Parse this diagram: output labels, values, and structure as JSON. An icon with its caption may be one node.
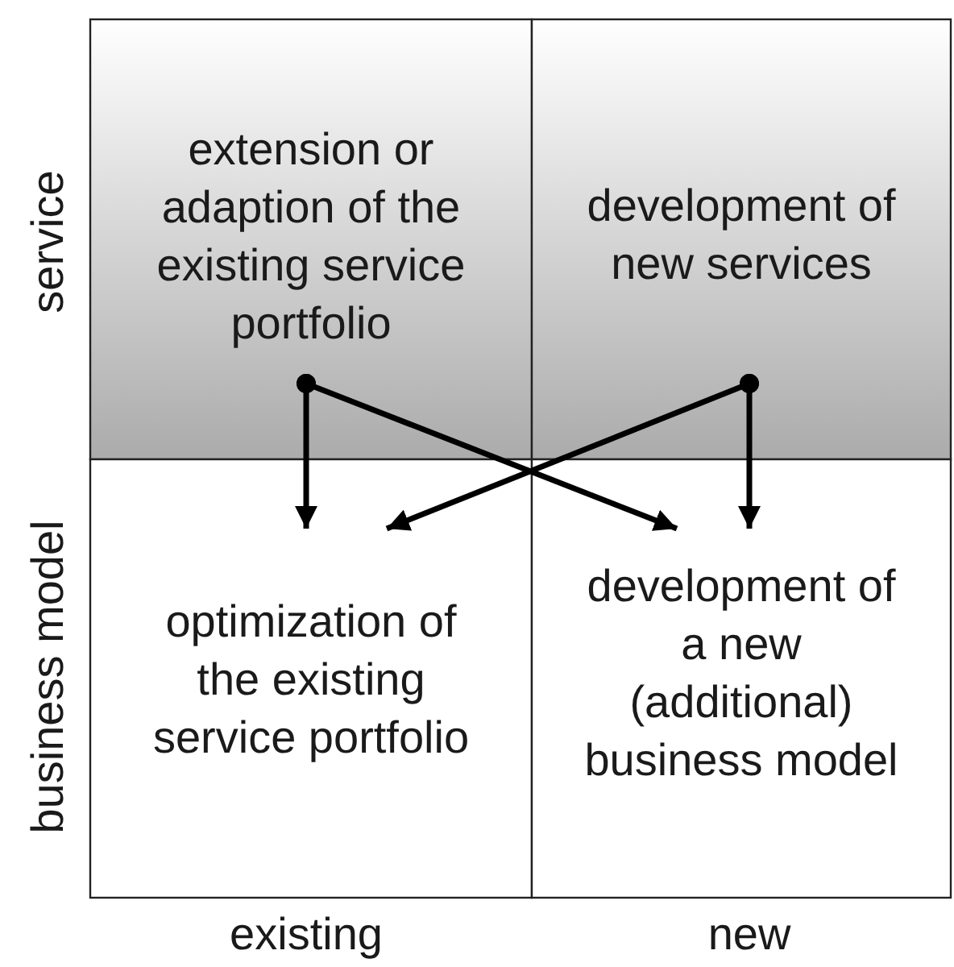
{
  "diagram": {
    "nodes": [
      {
        "text": [
          "extension or adaption of the existing service portfolio"
        ]
      },
      {
        "text": [
          "development of new services"
        ]
      },
      {
        "text": [
          "optimization of the existing service portfolio"
        ]
      },
      {
        "text": [
          "development of a new (additional) business model"
        ]
      }
    ],
    "edges": [
      {
        "from": 0,
        "to": 2,
        "arrow": "to"
      },
      {
        "from": 0,
        "to": 3,
        "arrow": "to"
      },
      {
        "from": 1,
        "to": 2,
        "arrow": "to"
      },
      {
        "from": 1,
        "to": 3,
        "arrow": "to"
      }
    ],
    "labels": [
      "service",
      "business model",
      "existing",
      "new"
    ]
  }
}
